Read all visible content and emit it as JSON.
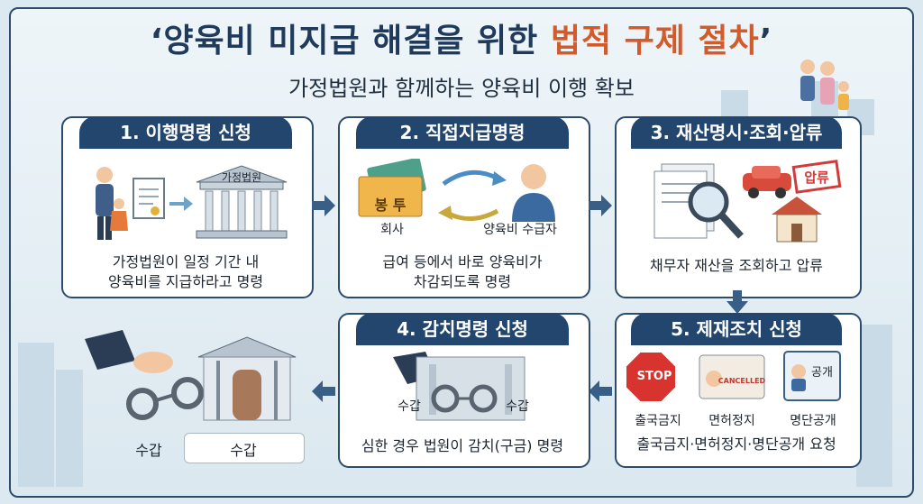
{
  "title": {
    "prefix": "‘양육비 미지급 해결을 위한 ",
    "highlight": "법적 구제 절차",
    "suffix": "’"
  },
  "subtitle": "가정법원과 함께하는 양육비 이행 확보",
  "steps": [
    {
      "title": "1. 이행명령 신청",
      "building_label": "가정법원",
      "desc_line1": "가정법원이 일정 기간 내",
      "desc_line2": "양육비를 지급하라고 명령"
    },
    {
      "title": "2. 직접지급명령",
      "envelope_label": "봉 투",
      "company_label": "회사",
      "recipient_label": "양육비 수급자",
      "desc_line1": "급여 등에서 바로 양육비가",
      "desc_line2": "차감되도록 명령"
    },
    {
      "title": "3. 재산명시·조회·압류",
      "stamp_label": "압류",
      "desc_line1": "채무자 재산을 조회하고 압류"
    },
    {
      "title": "5. 제재조치 신청",
      "stop_label": "STOP",
      "license_label": "CANCELLED",
      "board_label": "공개",
      "item1": "출국금지",
      "item2": "면허정지",
      "item3": "명단공개",
      "desc_line1": "출국금지·면허정지·명단공개 요청"
    },
    {
      "title": "4. 감치명령 신청",
      "cuff_left": "수갑",
      "cuff_right": "수갑",
      "desc_line1": "심한 경우 법원이 감치(구금) 명령"
    }
  ],
  "final": {
    "label_left": "수갑",
    "label_box": "수갑"
  },
  "colors": {
    "navy": "#23466e",
    "accent": "#d35a2a",
    "arrow": "#3a5f86"
  }
}
